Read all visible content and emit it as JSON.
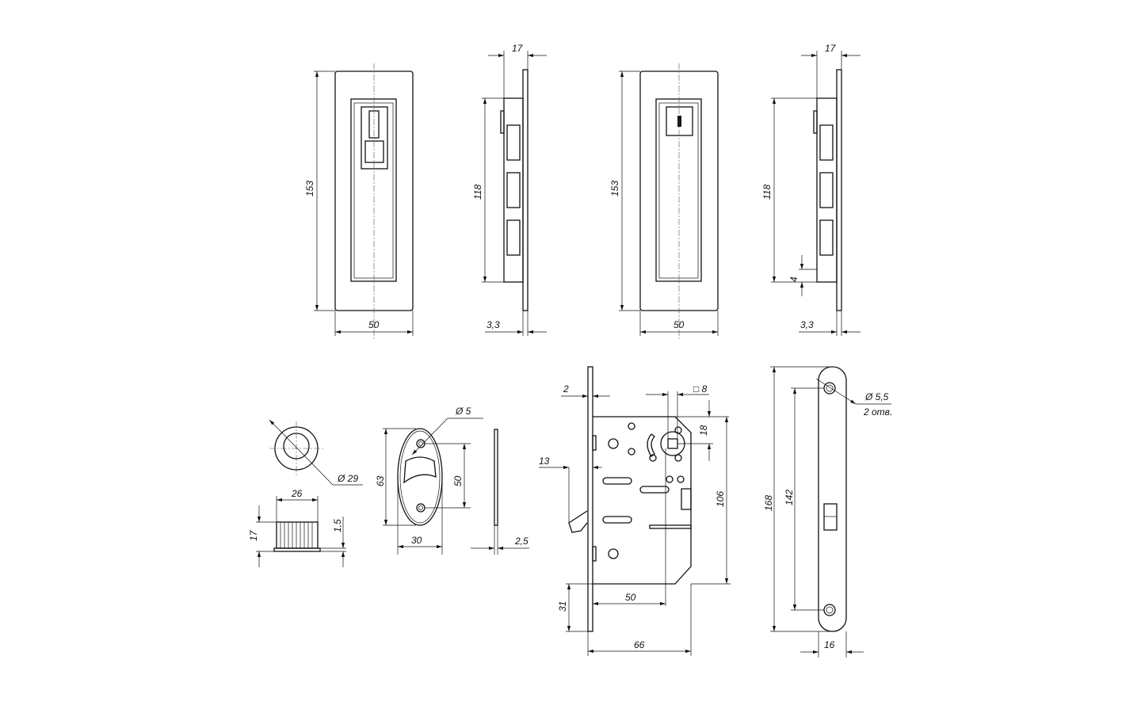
{
  "colors": {
    "line": "#111111",
    "background": "#ffffff"
  },
  "views": {
    "handle_passage_front": {
      "height": "153",
      "width": "50"
    },
    "handle_passage_side": {
      "depth": "17",
      "body_height": "118",
      "plate": "3,3"
    },
    "handle_privacy_front": {
      "height": "153",
      "width": "50"
    },
    "handle_privacy_side": {
      "depth": "17",
      "body_height": "118",
      "offset": "4",
      "plate": "3,3"
    },
    "knob_rosette": {
      "diameter": "Ø 29",
      "width": "26",
      "height": "17",
      "base": "1,5"
    },
    "escutcheon": {
      "hole": "Ø 5",
      "height": "63",
      "hole_spacing": "50",
      "width": "30",
      "thickness": "2,5"
    },
    "lock_body": {
      "faceplate": "2",
      "square": "□ 8",
      "spindle_offset": "18",
      "latch": "13",
      "case_height": "106",
      "backset": "50",
      "bottom": "31",
      "case_width": "66"
    },
    "strike_plate": {
      "height": "168",
      "hole_spacing": "142",
      "hole_diameter": "Ø 5,5",
      "hole_count": "2 отв.",
      "width": "16"
    }
  }
}
